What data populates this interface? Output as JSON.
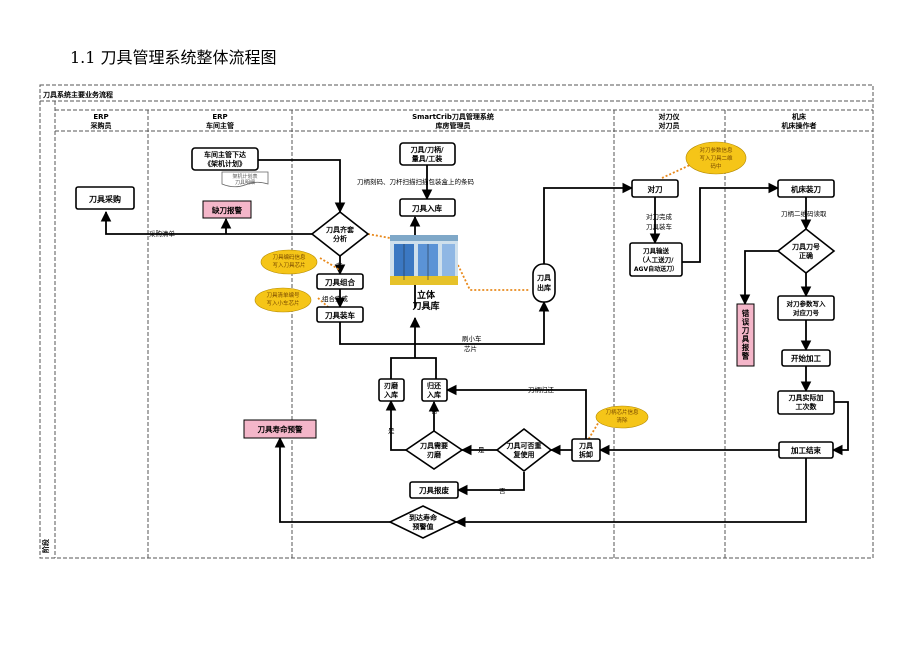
{
  "page": {
    "heading": "1.1 刀具管理系统整体流程图"
  },
  "diagram": {
    "title": "刀具系统主要业务流程",
    "stage_label": "阶段",
    "lanes": [
      {
        "system": "ERP",
        "role": "采购员"
      },
      {
        "system": "ERP",
        "role": "车间主管"
      },
      {
        "system": "SmartCrib刀具管理系统",
        "role": "库房管理员"
      },
      {
        "system": "对刀仪",
        "role": "对刀员"
      },
      {
        "system": "机床",
        "role": "机床操作者"
      }
    ],
    "nodes": {
      "purchase": "刀具采购",
      "shortage_report": "缺刀报警",
      "plan_line1": "车间主管下达",
      "plan_line2": "《架机计划》",
      "plan_doc_line1": "架机计划表",
      "plan_doc_line2": "刀具明细",
      "check_line1": "刀具齐套",
      "check_line2": "分析",
      "assemble": "刀具组合",
      "load_cart": "刀具装车",
      "receive_line1": "刀具/刀柄/",
      "receive_line2": "量具/工装",
      "inbound": "刀具入库",
      "warehouse_line1": "立体",
      "warehouse_line2": "刀具库",
      "outbound_line1": "刀具",
      "outbound_line2": "出库",
      "regrind_in_line1": "刃磨",
      "regrind_in_line2": "入库",
      "return_in_line1": "归还",
      "return_in_line2": "入库",
      "need_grind_line1": "刀具需要",
      "need_grind_line2": "刃磨",
      "reusable_line1": "刀具可否重",
      "reusable_line2": "复使用",
      "scrap": "刀具报废",
      "dismantle_line1": "刀具",
      "dismantle_line2": "拆卸",
      "life_alarm": "刀具寿命预警",
      "life_check_line1": "到达寿命",
      "life_check_line2": "预警值",
      "presetting": "对刀",
      "send_line1": "刀具输送",
      "send_line2": "（人工送刀/",
      "send_line3": "AGV自动送刀）",
      "machine_load": "机床装刀",
      "tool_no_line1": "刀具刀号",
      "tool_no_line2": "正确",
      "wrong_alarm": "错误刀具报警",
      "write_params_line1": "对刀参数写入",
      "write_params_line2": "对应刀号",
      "start_machining": "开始加工",
      "record_line1": "刀具实际加",
      "record_line2": "工次数",
      "end_machining": "加工结束"
    },
    "edge_labels": {
      "purchase_list": "采购清单",
      "scan": "刀柄刻码、刀杆扫描扫描包装盒上的条码",
      "no": "非",
      "assembly_done": "组合完成",
      "brush_chip_line1": "刷小车",
      "brush_chip_line2": "芯片",
      "preset_done_line1": "对刀完成",
      "preset_done_line2": "刀具装车",
      "read_2d_code": "刀柄二维码读取",
      "handle_return": "刀柄归还",
      "yes": "是",
      "no2": "否",
      "no_bottom": "否"
    },
    "notes": {
      "encode_line1": "刀具编码信息",
      "encode_line2": "写入刀具芯片",
      "list_line1": "刀具清单编号",
      "list_line2": "写入小车芯片",
      "params_line1": "对刀参数信息",
      "params_line2": "写入刀具二维",
      "params_line3": "码中",
      "chip_line1": "刀柄芯片信息",
      "chip_line2": "清除"
    },
    "colors": {
      "note_fill": "#f5c518",
      "alarm_fill": "#f4b6c9",
      "orange_link": "#e8891c"
    }
  }
}
